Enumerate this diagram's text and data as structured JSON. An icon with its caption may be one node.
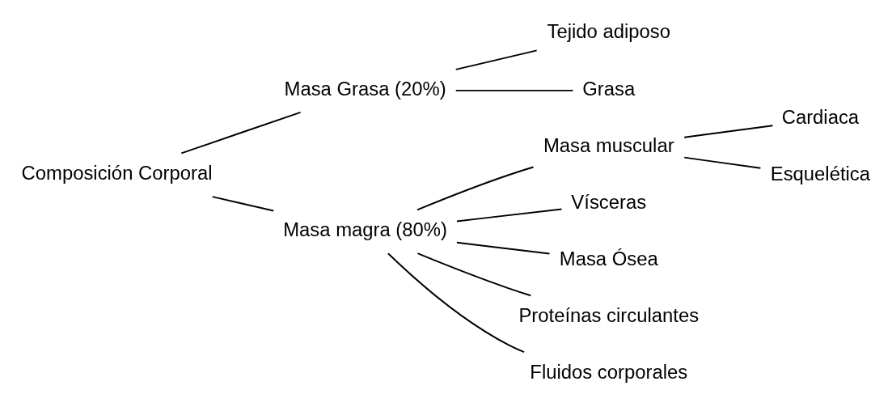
{
  "diagram": {
    "nodes": [
      {
        "text": [
          "Composición Corporal"
        ]
      },
      {
        "text": [
          "Masa Grasa (20%)"
        ]
      },
      {
        "text": [
          "Tejido adiposo"
        ]
      },
      {
        "text": [
          "Grasa"
        ]
      },
      {
        "text": [
          "Masa magra (80%)"
        ]
      },
      {
        "text": [
          "Masa muscular"
        ]
      },
      {
        "text": [
          "Cardiaca"
        ]
      },
      {
        "text": [
          "Esquelética"
        ]
      },
      {
        "text": [
          "Vísceras"
        ]
      },
      {
        "text": [
          "Masa Ósea"
        ]
      },
      {
        "text": [
          "Proteínas circulantes"
        ]
      },
      {
        "text": [
          "Fluidos corporales"
        ]
      }
    ],
    "edges": [
      {
        "from": 0,
        "to": 1,
        "arrow": "none"
      },
      {
        "from": 0,
        "to": 4,
        "arrow": "none"
      },
      {
        "from": 1,
        "to": 2,
        "arrow": "none"
      },
      {
        "from": 1,
        "to": 3,
        "arrow": "none"
      },
      {
        "from": 4,
        "to": 5,
        "arrow": "none"
      },
      {
        "from": 4,
        "to": 8,
        "arrow": "none"
      },
      {
        "from": 4,
        "to": 9,
        "arrow": "none"
      },
      {
        "from": 4,
        "to": 10,
        "arrow": "none"
      },
      {
        "from": 4,
        "to": 11,
        "arrow": "none"
      },
      {
        "from": 5,
        "to": 6,
        "arrow": "none"
      },
      {
        "from": 5,
        "to": 7,
        "arrow": "none"
      }
    ]
  }
}
